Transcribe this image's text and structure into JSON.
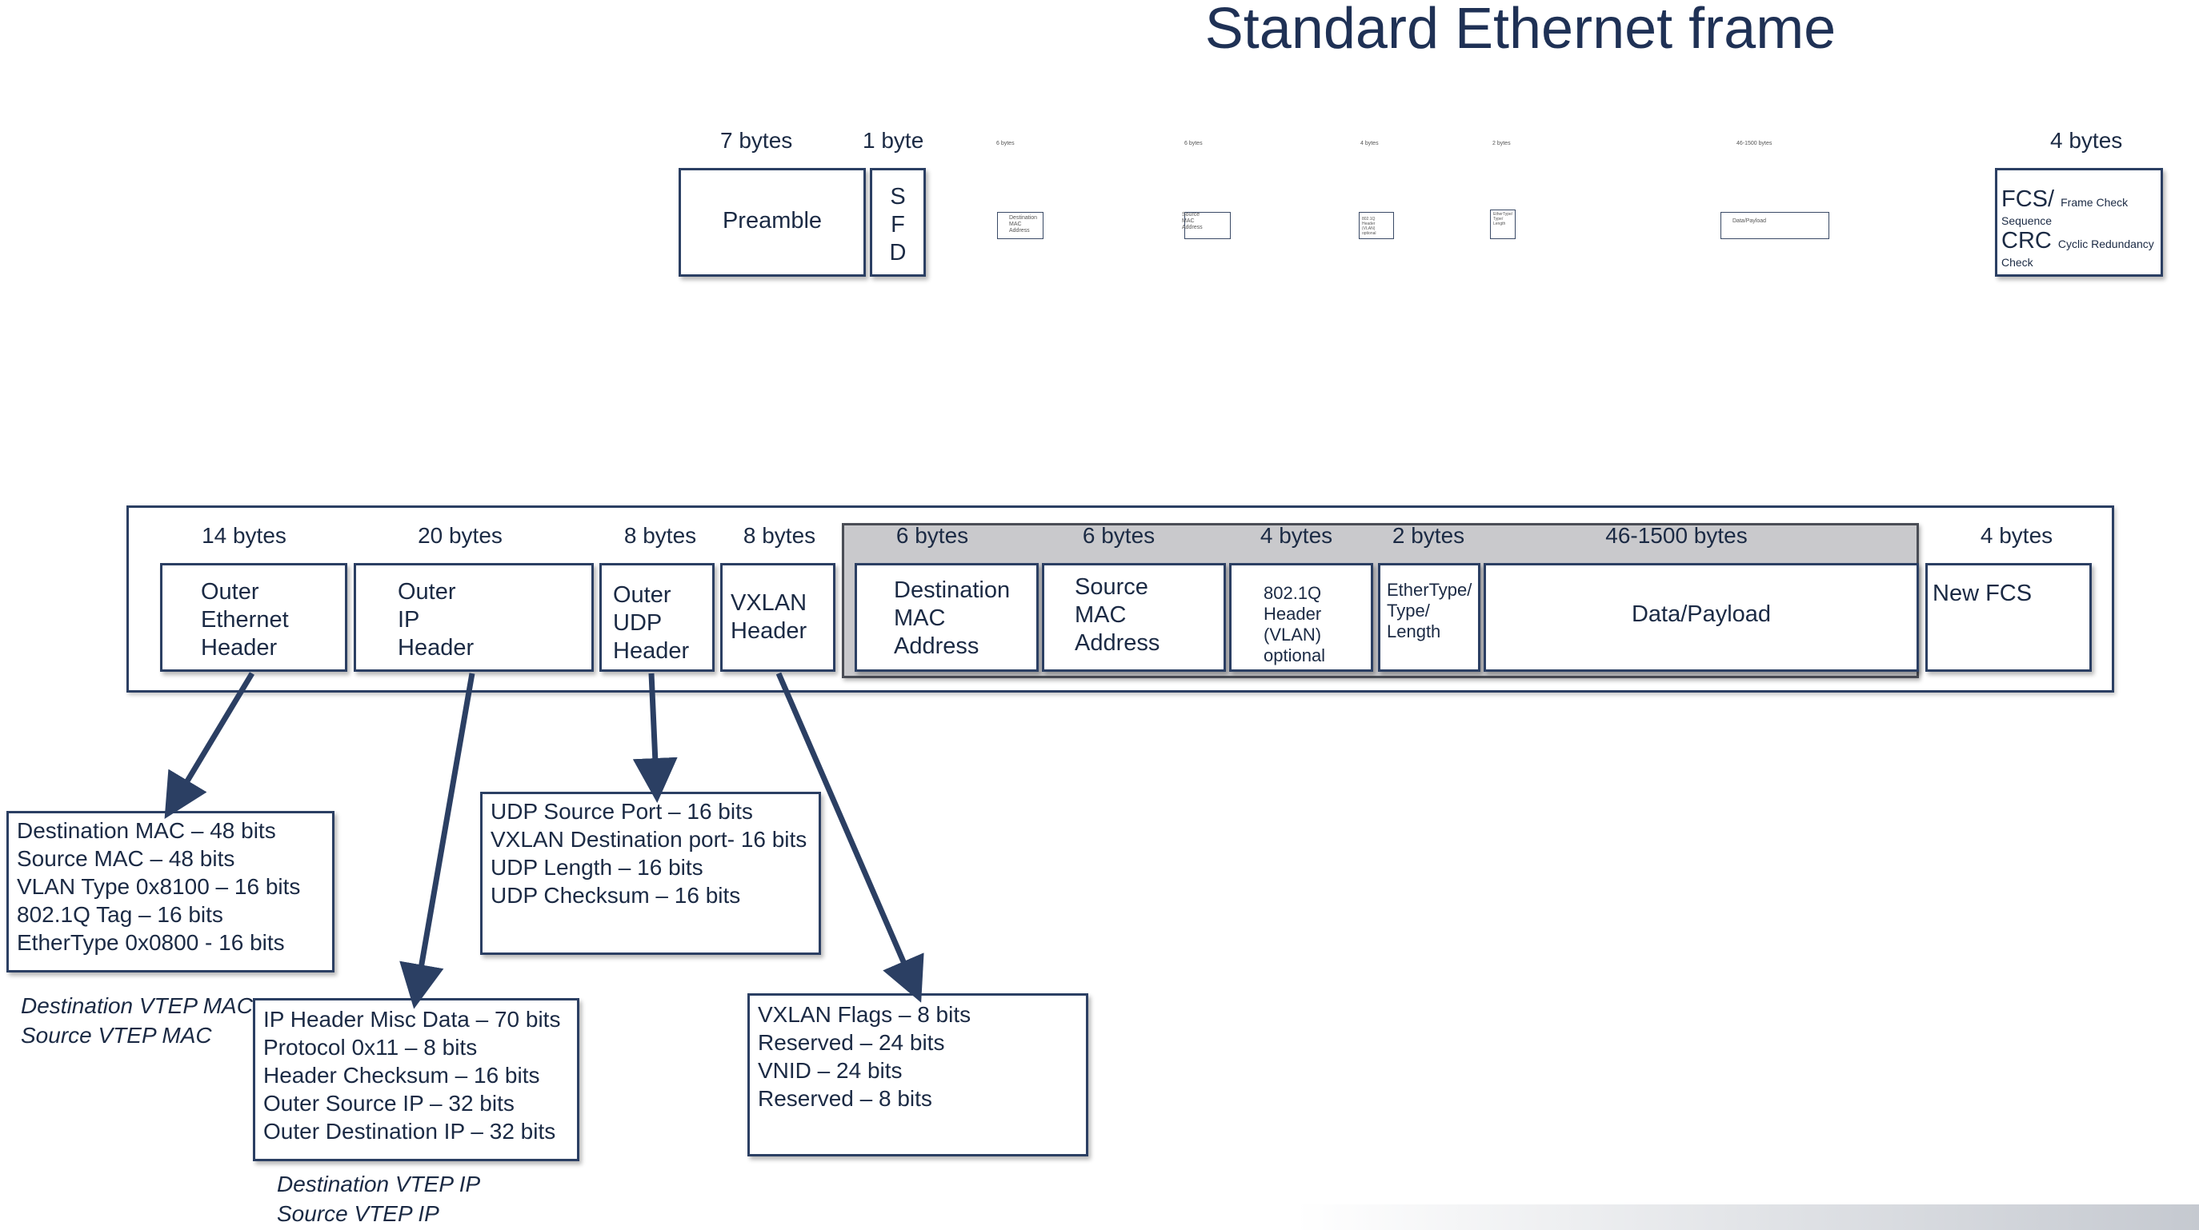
{
  "title": "Standard Ethernet frame",
  "std_frame": {
    "preamble_bytes": "7 bytes",
    "sfd_bytes": "1 byte",
    "preamble": "Preamble",
    "sfd": [
      "S",
      "F",
      "D"
    ],
    "tiny_fields": [
      {
        "bytes": "6 bytes",
        "label": "Destination MAC Address"
      },
      {
        "bytes": "6 bytes",
        "label": "Source MAC Address"
      },
      {
        "bytes": "4 bytes",
        "label": "802.1Q Header (VLAN) optional"
      },
      {
        "bytes": "2 bytes",
        "label": "EtherType/ Type/ Length"
      },
      {
        "bytes": "46-1500 bytes",
        "label": "Data/Payload"
      }
    ],
    "fcs_bytes": "4 bytes",
    "fcs_line1": "FCS/",
    "fcs_line1_small": "Frame Check",
    "fcs_line2": "Sequence",
    "crc_line1": "CRC",
    "crc_line1_small": "Cyclic Redundancy",
    "crc_line2": "Check"
  },
  "vxlan_frame": {
    "sizes": {
      "outer_eth": "14 bytes",
      "outer_ip": "20 bytes",
      "outer_udp": "8 bytes",
      "vxlan": "8 bytes",
      "dst_mac": "6 bytes",
      "src_mac": "6 bytes",
      "vlan": "4 bytes",
      "ethertype": "2 bytes",
      "payload": "46-1500 bytes",
      "fcs": "4 bytes"
    },
    "fields": {
      "outer_eth": [
        "Outer",
        "Ethernet",
        "Header"
      ],
      "outer_ip": [
        "Outer",
        "IP",
        "Header"
      ],
      "outer_udp": [
        "Outer",
        "UDP",
        "Header"
      ],
      "vxlan": [
        "VXLAN",
        "Header"
      ],
      "dst_mac": [
        "Destination",
        "MAC",
        "Address"
      ],
      "src_mac": [
        "Source",
        "MAC",
        "Address"
      ],
      "vlan": [
        "802.1Q",
        "Header",
        "(VLAN)",
        "optional"
      ],
      "ethertype": [
        "EtherType/",
        "Type/",
        "Length"
      ],
      "payload": "Data/Payload",
      "fcs": "New FCS"
    }
  },
  "details": {
    "outer_eth": [
      "Destination MAC – 48 bits",
      "Source MAC – 48 bits",
      "VLAN Type 0x8100 – 16 bits",
      "802.1Q Tag – 16 bits",
      "EtherType 0x0800 - 16 bits"
    ],
    "outer_eth_note": [
      "Destination VTEP MAC",
      "Source VTEP MAC"
    ],
    "outer_ip": [
      "IP Header Misc Data – 70 bits",
      "Protocol 0x11 – 8 bits",
      "Header Checksum – 16 bits",
      "Outer Source IP – 32 bits",
      "Outer Destination IP – 32 bits"
    ],
    "outer_ip_note": [
      "Destination VTEP IP",
      "Source VTEP IP"
    ],
    "outer_udp": [
      "UDP Source Port – 16 bits",
      "VXLAN Destination port- 16 bits",
      "UDP Length – 16 bits",
      "UDP Checksum – 16 bits"
    ],
    "vxlan": [
      "VXLAN Flags – 8 bits",
      "Reserved – 24 bits",
      "VNID – 24 bits",
      "Reserved – 8 bits"
    ]
  },
  "colors": {
    "border": "#2b3f63",
    "text": "#1b2a44",
    "title": "#1f3155",
    "inner_frame_fill": "#c9c9cc"
  }
}
